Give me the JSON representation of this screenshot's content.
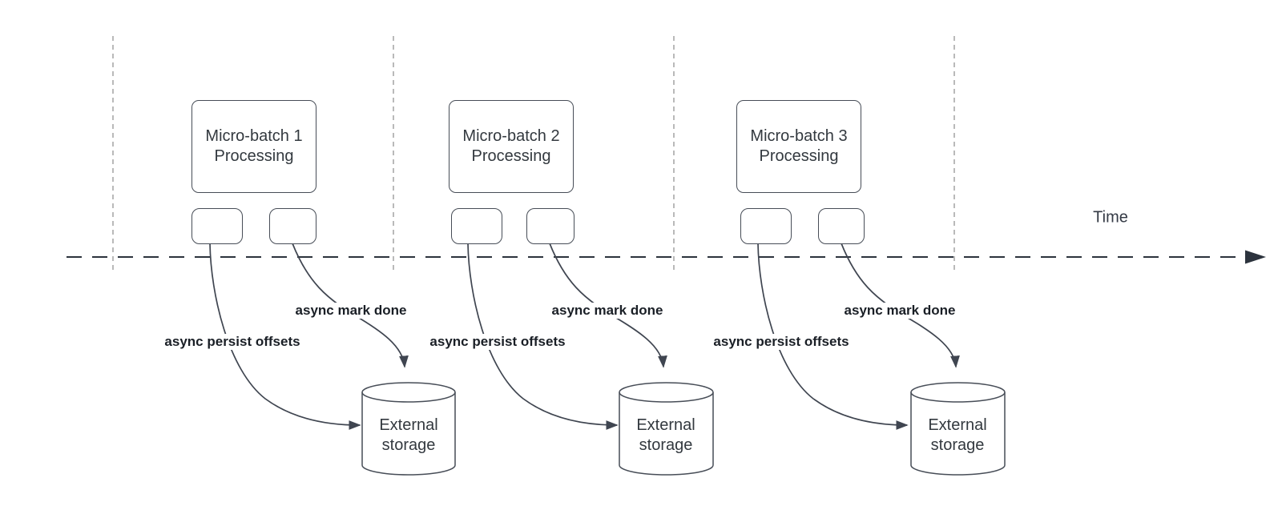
{
  "time_label": "Time",
  "groups": [
    {
      "box_line1": "Micro-batch 1",
      "box_line2": "Processing",
      "persist_label": "async persist offsets",
      "mark_done_label": "async mark done",
      "storage_line1": "External",
      "storage_line2": "storage"
    },
    {
      "box_line1": "Micro-batch 2",
      "box_line2": "Processing",
      "persist_label": "async persist offsets",
      "mark_done_label": "async mark done",
      "storage_line1": "External",
      "storage_line2": "storage"
    },
    {
      "box_line1": "Micro-batch 3",
      "box_line2": "Processing",
      "persist_label": "async persist offsets",
      "mark_done_label": "async mark done",
      "storage_line1": "External",
      "storage_line2": "storage"
    }
  ],
  "colors": {
    "background": "#ffffff",
    "box_stroke": "#474d57",
    "curve_stroke": "#3f4550",
    "timeline_stroke": "#2c333d",
    "gridline_stroke": "#a8a8a8",
    "text": "#33393f",
    "bold_label_text": "#1a1f26"
  }
}
